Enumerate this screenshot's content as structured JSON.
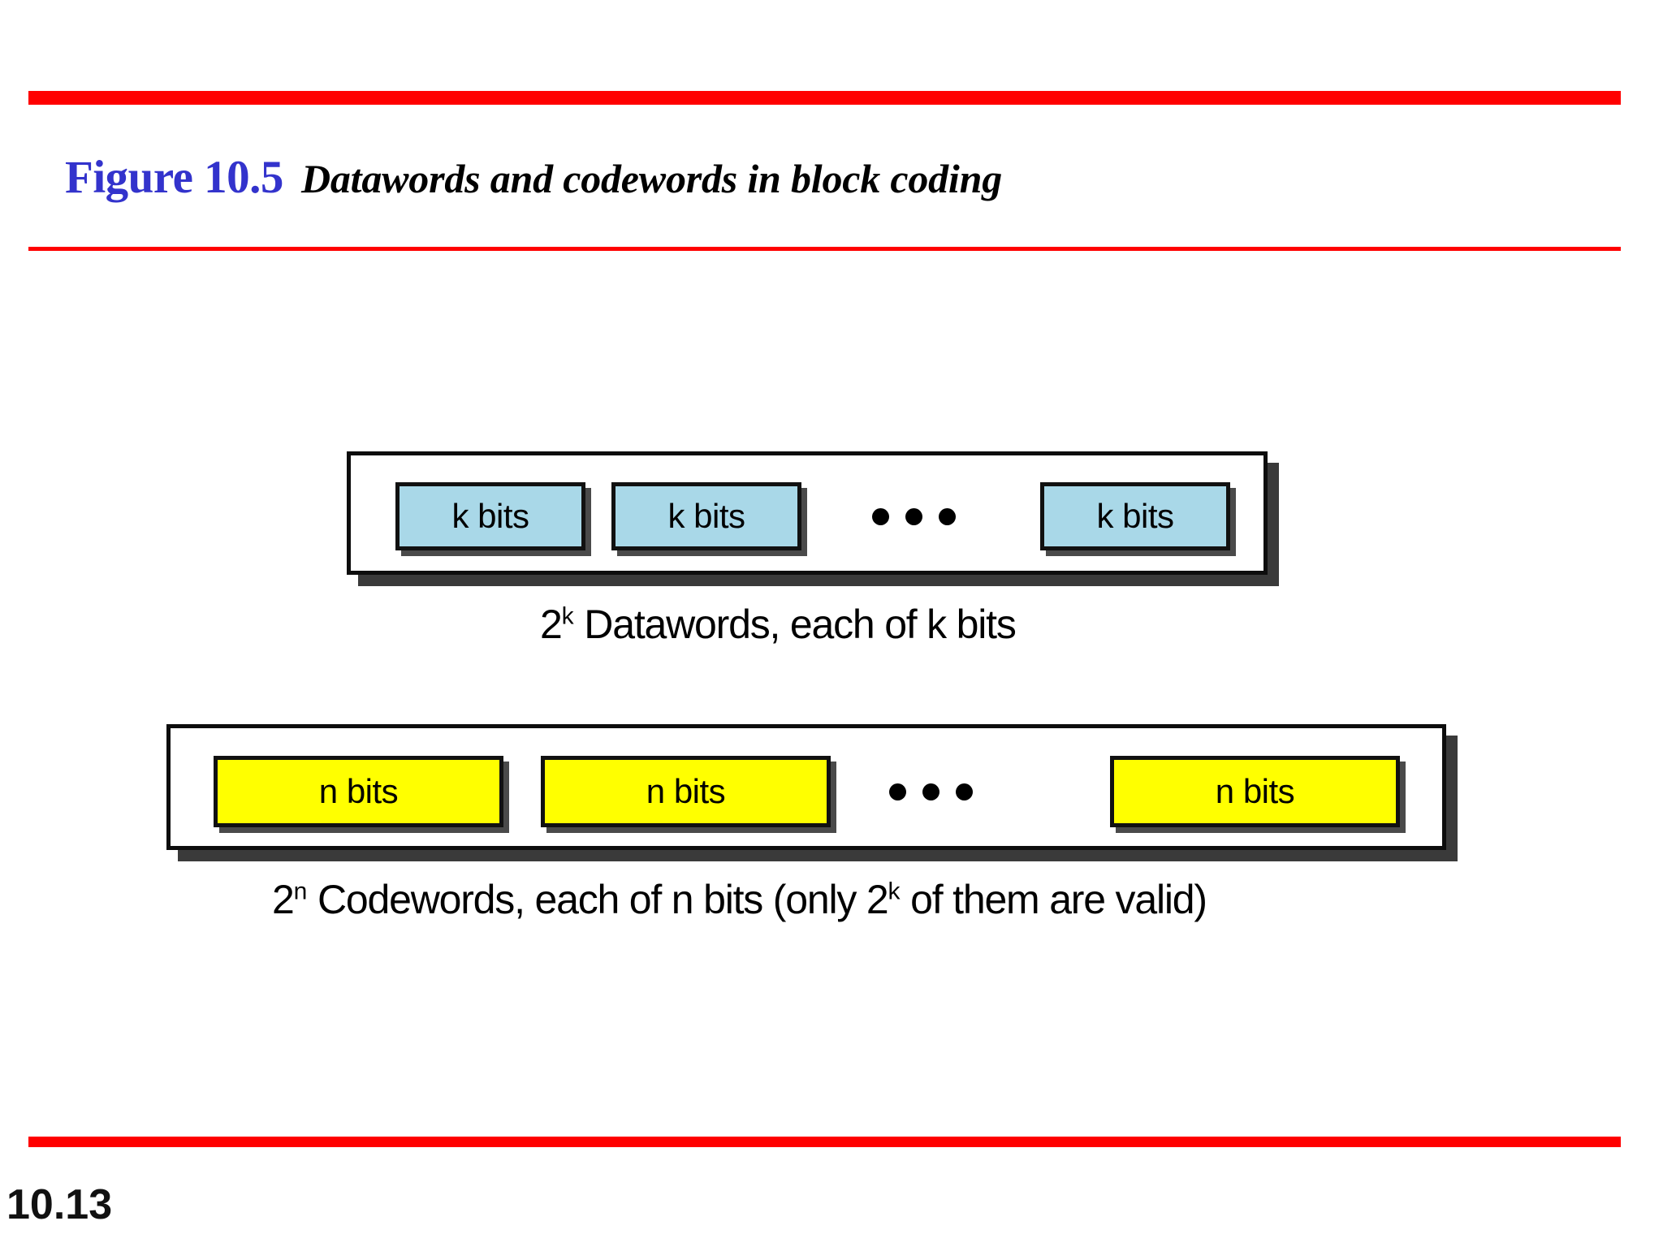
{
  "slide": {
    "page_number": "10.13",
    "accent_color": "#FF0000",
    "title_color": "#3333CC"
  },
  "title": {
    "figure_label": "Figure 10.5",
    "description": "Datawords and codewords in block coding"
  },
  "figure": {
    "datawords_group": {
      "cells": [
        {
          "label": "k bits"
        },
        {
          "label": "k bits"
        },
        {
          "label": "k bits"
        }
      ],
      "ellipsis": "• • •",
      "fill_color": "#A9D8E8",
      "caption": {
        "base_1": "2",
        "exp_1": "k",
        "text_1": " Datawords, each of k bits"
      }
    },
    "codewords_group": {
      "cells": [
        {
          "label": "n bits"
        },
        {
          "label": "n bits"
        },
        {
          "label": "n bits"
        }
      ],
      "ellipsis": "• • •",
      "fill_color": "#FFFF00",
      "caption": {
        "base_1": "2",
        "exp_1": "n",
        "text_1": " Codewords, each of n bits (only ",
        "base_2": "2",
        "exp_2": "k",
        "text_2": " of them are valid)"
      }
    }
  }
}
